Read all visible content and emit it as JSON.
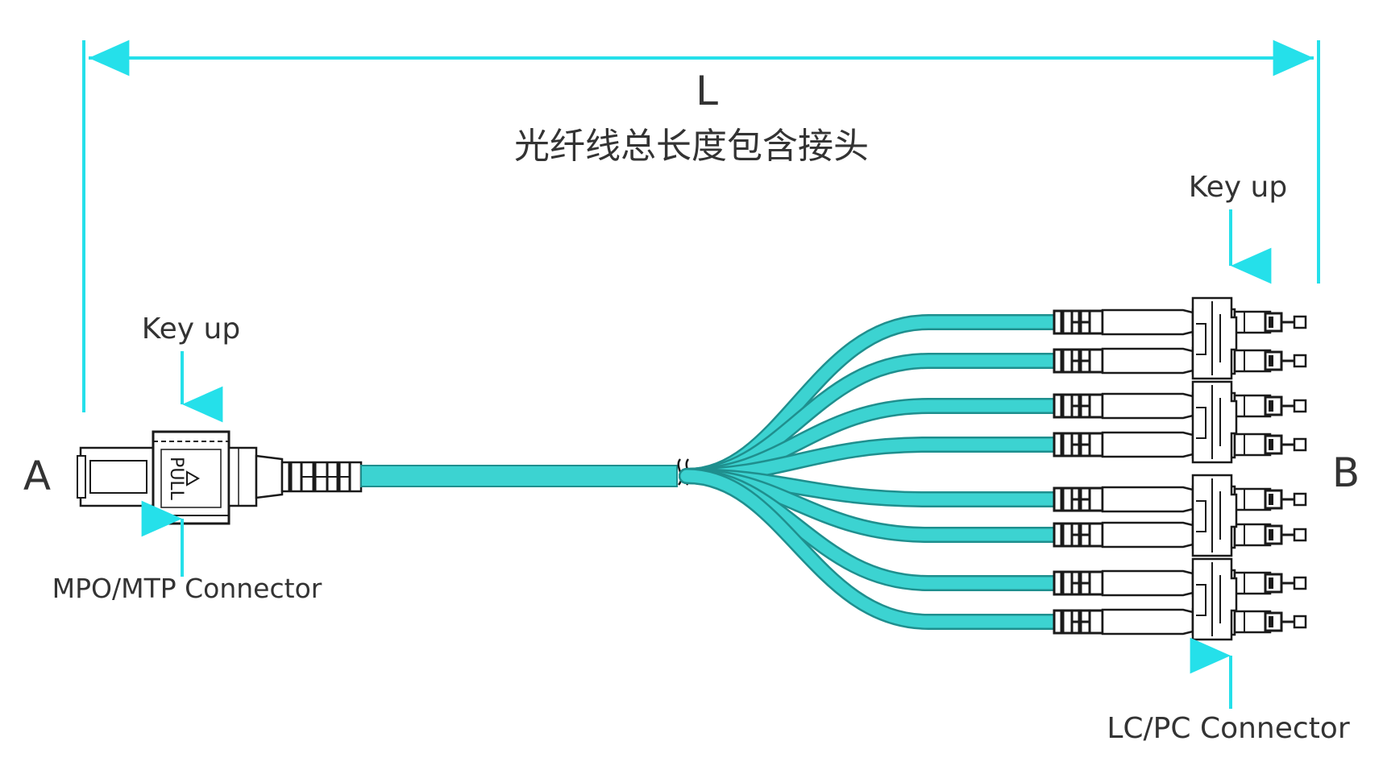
{
  "colors": {
    "dimension_line": "#25E0EA",
    "fiber": "#3CD3D1",
    "fiber_dark": "#1F8F8E",
    "connector_outline": "#1a1a1a",
    "connector_fill": "#ffffff",
    "text": "#333333"
  },
  "dimension": {
    "label": "L",
    "caption": "光纤线总长度包含接头"
  },
  "end_a": {
    "label": "A",
    "key_label": "Key up",
    "connector_label": "MPO/MTP Connector",
    "pull_text": "PULL"
  },
  "end_b": {
    "label": "B",
    "key_label": "Key up",
    "connector_label": "LC/PC Connector"
  },
  "fanout": {
    "fiber_count": 8
  }
}
